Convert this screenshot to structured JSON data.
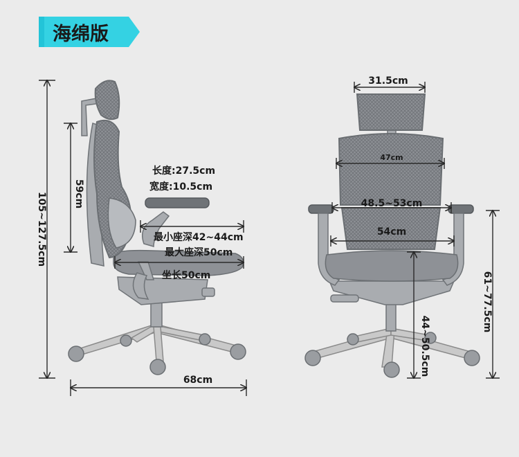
{
  "badge": {
    "text": "海绵版",
    "color": "#1a1a1a",
    "accent": "#23c4d8"
  },
  "side_view": {
    "total_height": "105~127.5cm",
    "backrest_height": "59cm",
    "armrest_length": "长度:27.5cm",
    "armrest_width": "宽度:10.5cm",
    "min_seat_depth": "最小座深42~44cm",
    "max_seat_depth": "最大座深50cm",
    "seat_length": "坐长50cm",
    "base_width": "68cm"
  },
  "front_view": {
    "headrest_width": "31.5cm",
    "backrest_top_width": "47cm",
    "armrest_span": "48.5~53cm",
    "seat_width": "54cm",
    "seat_height": "44~50.5cm",
    "armrest_height": "61~77.5cm"
  }
}
